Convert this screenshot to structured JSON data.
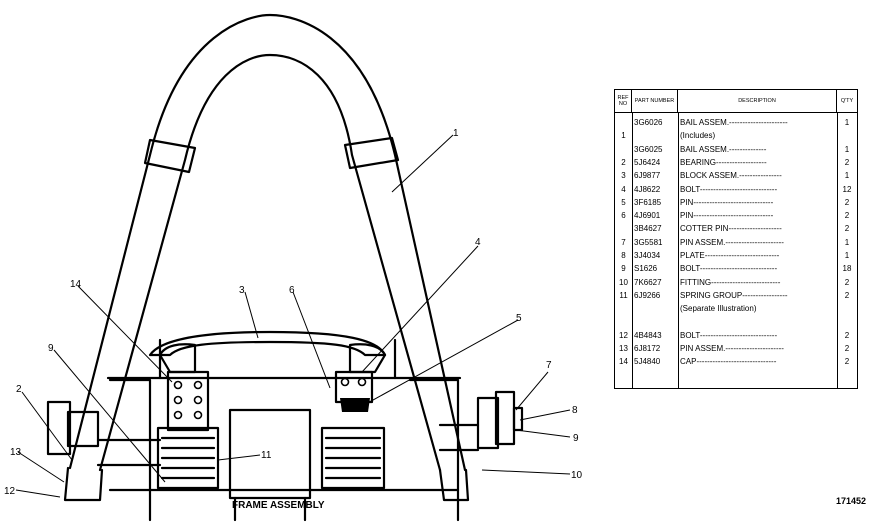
{
  "drawing": {
    "frame_label": "FRAME ASSEMBLY",
    "callouts": [
      "1",
      "2",
      "3",
      "4",
      "5",
      "6",
      "7",
      "8",
      "9",
      "9",
      "10",
      "11",
      "12",
      "13",
      "14"
    ]
  },
  "table": {
    "headers": {
      "ref": "REF NO",
      "part": "PART NUMBER",
      "desc": "DESCRIPTION",
      "qty": "Q'TY"
    },
    "rows": [
      {
        "ref": "",
        "part": "3G6026",
        "desc": "BAIL ASSEM.----------------------",
        "qty": "1"
      },
      {
        "ref": "1",
        "part": "",
        "desc": "(Includes)",
        "qty": ""
      },
      {
        "ref": "",
        "part": "3G6025",
        "desc": "   BAIL ASSEM.--------------",
        "qty": "1"
      },
      {
        "ref": "2",
        "part": "5J6424",
        "desc": "   BEARING-------------------",
        "qty": "2"
      },
      {
        "ref": "3",
        "part": "6J9877",
        "desc": "BLOCK ASSEM.----------------",
        "qty": "1"
      },
      {
        "ref": "4",
        "part": "4J8622",
        "desc": "BOLT-----------------------------",
        "qty": "12"
      },
      {
        "ref": "5",
        "part": "3F6185",
        "desc": "PIN------------------------------",
        "qty": "2"
      },
      {
        "ref": "6",
        "part": "4J6901",
        "desc": "PIN------------------------------",
        "qty": "2"
      },
      {
        "ref": "",
        "part": "3B4627",
        "desc": "COTTER PIN--------------------",
        "qty": "2"
      },
      {
        "ref": "7",
        "part": "3G5581",
        "desc": "PIN ASSEM.----------------------",
        "qty": "1"
      },
      {
        "ref": "8",
        "part": "3J4034",
        "desc": "PLATE----------------------------",
        "qty": "1"
      },
      {
        "ref": "9",
        "part": "S1626",
        "desc": "BOLT-----------------------------",
        "qty": "18"
      },
      {
        "ref": "10",
        "part": "7K6627",
        "desc": "FITTING--------------------------",
        "qty": "2"
      },
      {
        "ref": "11",
        "part": "6J9266",
        "desc": "SPRING GROUP-----------------",
        "qty": "2"
      },
      {
        "ref": "",
        "part": "",
        "desc": "     (Separate Illustration)",
        "qty": ""
      },
      {
        "ref": "",
        "part": "",
        "desc": "",
        "qty": ""
      },
      {
        "ref": "12",
        "part": "4B4843",
        "desc": "BOLT-----------------------------",
        "qty": "2"
      },
      {
        "ref": "13",
        "part": "6J8172",
        "desc": "PIN ASSEM.----------------------",
        "qty": "2"
      },
      {
        "ref": "14",
        "part": "5J4840",
        "desc": "CAP------------------------------",
        "qty": "2"
      }
    ]
  },
  "drawing_number": "171452"
}
